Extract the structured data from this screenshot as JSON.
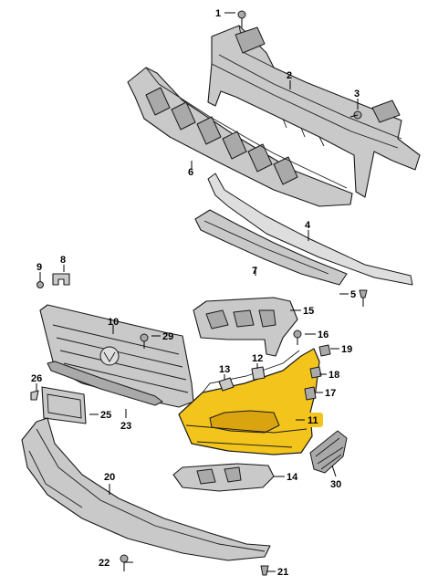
{
  "callouts": [
    {
      "id": "1",
      "text": "1"
    },
    {
      "id": "2",
      "text": "2"
    },
    {
      "id": "3",
      "text": "3"
    },
    {
      "id": "4",
      "text": "4"
    },
    {
      "id": "5",
      "text": "5"
    },
    {
      "id": "6",
      "text": "6"
    },
    {
      "id": "7",
      "text": "7"
    },
    {
      "id": "8",
      "text": "8"
    },
    {
      "id": "9",
      "text": "9"
    },
    {
      "id": "10",
      "text": "10"
    },
    {
      "id": "11",
      "text": "11"
    },
    {
      "id": "12",
      "text": "12"
    },
    {
      "id": "13",
      "text": "13"
    },
    {
      "id": "14",
      "text": "14"
    },
    {
      "id": "15",
      "text": "15"
    },
    {
      "id": "16",
      "text": "16"
    },
    {
      "id": "17",
      "text": "17"
    },
    {
      "id": "18",
      "text": "18"
    },
    {
      "id": "19",
      "text": "19"
    },
    {
      "id": "20",
      "text": "20"
    },
    {
      "id": "21",
      "text": "21"
    },
    {
      "id": "22",
      "text": "22"
    },
    {
      "id": "23",
      "text": "23"
    },
    {
      "id": "25",
      "text": "25"
    },
    {
      "id": "26",
      "text": "26"
    },
    {
      "id": "29",
      "text": "29"
    },
    {
      "id": "30",
      "text": "30"
    }
  ],
  "highlighted_part": "11",
  "colors": {
    "highlight": "#f3c51c",
    "part_fill": "#c9c9c9",
    "outline": "#1a1a1a"
  }
}
